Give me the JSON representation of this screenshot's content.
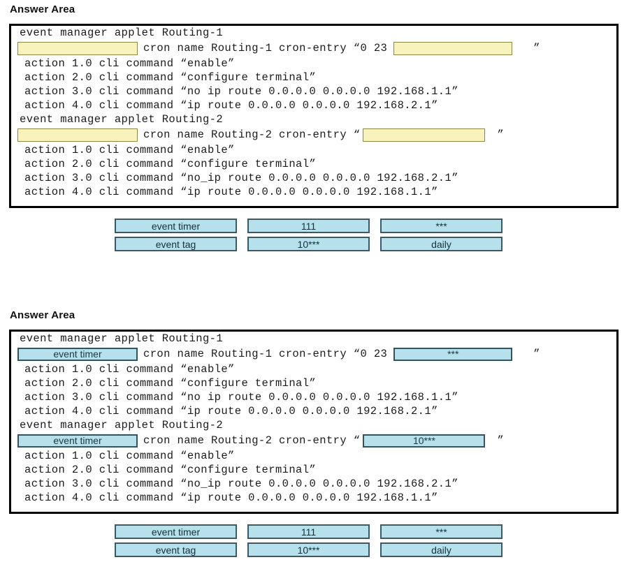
{
  "sections": [
    {
      "title": "Answer Area",
      "state": "unanswered",
      "applets": [
        {
          "header": "event manager applet Routing-1",
          "cron": {
            "slot_left_value": "",
            "prefix": "cron name Routing-1 cron-entry “0 23",
            "slot_right_value": "",
            "suffix": "”"
          },
          "actions": [
            "action 1.0 cli command “enable”",
            "action 2.0 cli command “configure terminal”",
            "action 3.0 cli command “no ip route 0.0.0.0 0.0.0.0 192.168.1.1”",
            "action 4.0 cli command “ip route 0.0.0.0 0.0.0.0 192.168.2.1”"
          ]
        },
        {
          "header": "event manager applet Routing-2",
          "cron": {
            "slot_left_value": "",
            "prefix": "cron name Routing-2 cron-entry “",
            "slot_right_value": "",
            "suffix": "”"
          },
          "actions": [
            "action 1.0 cli command “enable”",
            "action 2.0 cli command “configure terminal”",
            "action 3.0 cli command “no_ip route 0.0.0.0 0.0.0.0 192.168.2.1”",
            "action 4.0 cli command “ip route 0.0.0.0 0.0.0.0 192.168.1.1”"
          ]
        }
      ],
      "options": [
        [
          "event timer",
          "111",
          "***"
        ],
        [
          "event tag",
          "10***",
          "daily"
        ]
      ]
    },
    {
      "title": "Answer Area",
      "state": "answered",
      "applets": [
        {
          "header": "event manager applet Routing-1",
          "cron": {
            "slot_left_value": "event timer",
            "prefix": "cron name Routing-1 cron-entry “0 23",
            "slot_right_value": "***",
            "suffix": "”"
          },
          "actions": [
            "action 1.0 cli command “enable”",
            "action 2.0 cli command “configure terminal”",
            "action 3.0 cli command “no ip route 0.0.0.0 0.0.0.0 192.168.1.1”",
            "action 4.0 cli command “ip route 0.0.0.0 0.0.0.0 192.168.2.1”"
          ]
        },
        {
          "header": "event manager applet Routing-2",
          "cron": {
            "slot_left_value": "event timer",
            "prefix": "cron name Routing-2 cron-entry “",
            "slot_right_value": "10***",
            "suffix": "”"
          },
          "actions": [
            "action 1.0 cli command “enable”",
            "action 2.0 cli command “configure terminal”",
            "action 3.0 cli command “no_ip route 0.0.0.0 0.0.0.0 192.168.2.1”",
            "action 4.0 cli command “ip route 0.0.0.0 0.0.0.0 192.168.1.1”"
          ]
        }
      ],
      "options": [
        [
          "event timer",
          "111",
          "***"
        ],
        [
          "event tag",
          "10***",
          "daily"
        ]
      ]
    }
  ],
  "colors": {
    "empty_slot_fill": "#f8f3bc",
    "empty_slot_border": "#8a8a42",
    "filled_slot_fill": "#b5e0ec",
    "filled_slot_border": "#35535c",
    "tile_fill": "#b5e0ec",
    "tile_border": "#3c5a63",
    "panel_border": "#000000"
  }
}
